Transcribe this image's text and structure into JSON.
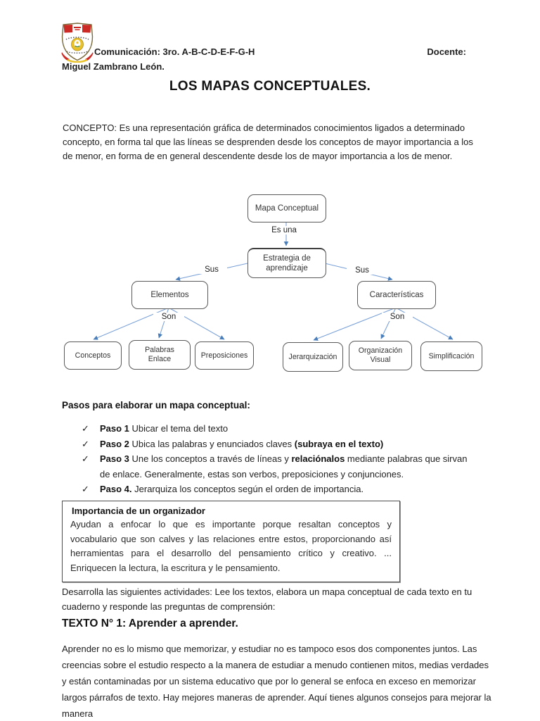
{
  "header": {
    "logo_icon": "school-crest-icon",
    "course": "Comunicación: 3ro. A-B-C-D-E-F-G-H",
    "docente_label": "Docente:",
    "teacher_name": "Miguel Zambrano León."
  },
  "title": "LOS MAPAS CONCEPTUALES.",
  "concepto": "CONCEPTO: Es una representación gráfica de determinados conocimientos ligados a determinado concepto, en forma tal que las líneas se desprenden desde los conceptos de mayor importancia a los de menor, en forma de en general descendente desde los de mayor importancia a los de menor.",
  "diagram": {
    "nodes": {
      "mapa": "Mapa Conceptual",
      "estrategia": "Estrategia de aprendizaje",
      "elementos": "Elementos",
      "caracteristicas": "Características",
      "conceptos": "Conceptos",
      "palabras": "Palabras Enlace",
      "preposiciones": "Preposiciones",
      "jerarquizacion": "Jerarquización",
      "organizacion": "Organización Visual",
      "simplificacion": "Simplificación"
    },
    "labels": {
      "es_una": "Es una",
      "sus": "Sus",
      "son": "Son"
    }
  },
  "steps": {
    "heading": "Pasos para elaborar un mapa conceptual:",
    "bullet": "✓",
    "items": [
      [
        {
          "t": "Paso 1",
          "b": true
        },
        {
          "t": " Ubicar el tema del texto",
          "b": false
        }
      ],
      [
        {
          "t": "Paso 2",
          "b": true
        },
        {
          "t": " Ubica las palabras y enunciados claves ",
          "b": false
        },
        {
          "t": "(subraya en el texto)",
          "b": true
        }
      ],
      [
        {
          "t": "Paso 3",
          "b": true
        },
        {
          "t": " Une los conceptos a través de líneas y ",
          "b": false
        },
        {
          "t": "relaciónalos",
          "b": true
        },
        {
          "t": " mediante palabras que sirvan de enlace. Generalmente, estas son verbos, preposiciones y conjunciones.",
          "b": false
        }
      ],
      [
        {
          "t": "Paso 4.",
          "b": true
        },
        {
          "t": " Jerarquiza los conceptos según el orden de importancia.",
          "b": false
        }
      ]
    ]
  },
  "importance_box": {
    "title": "Importancia de un organizador",
    "body": "Ayudan a enfocar lo que es importante porque resaltan conceptos y vocabulario que son calves y las relaciones entre estos, proporcionando así herramientas para el desarrollo del pensamiento crítico y creativo. ... Enriquecen la lectura, la escritura y le pensamiento."
  },
  "activities": "Desarrolla las siguientes actividades: Lee los textos, elabora un mapa conceptual de cada texto en tu cuaderno y responde las preguntas de comprensión:",
  "texto1": {
    "heading": "TEXTO N° 1: Aprender a aprender.",
    "body": "Aprender no es lo mismo que memorizar, y estudiar no es tampoco esos dos componentes juntos. Las creencias sobre el estudio respecto a la manera de estudiar a menudo contienen mitos, medias verdades y están contaminadas por un sistema educativo que por lo general se enfoca en exceso en memorizar largos párrafos de texto. Hay mejores maneras de aprender. Aquí tienes algunos consejos para mejorar la manera"
  },
  "colors": {
    "connector_blue": "#7da3d8",
    "arrowhead_blue": "#4a7ebb",
    "node_border_gray": "#595959",
    "logo_red": "#cc2a24",
    "logo_yellow": "#e9c229"
  }
}
